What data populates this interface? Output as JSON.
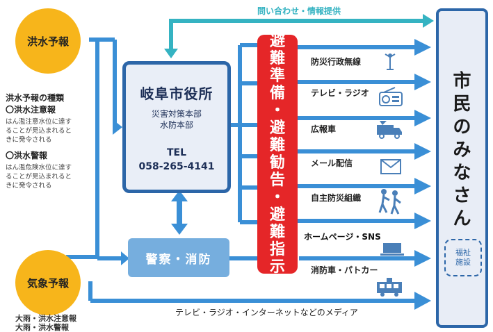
{
  "flood_forecast": {
    "label": "洪水予報"
  },
  "weather_forecast": {
    "label": "気象予報"
  },
  "notes": {
    "types_heading": "洪水予報の種類",
    "caution_title": "〇洪水注意報",
    "caution_desc_1": "はん濫注意水位に達す",
    "caution_desc_2": "ることが見込まれると",
    "caution_desc_3": "きに発令される",
    "warning_title": "〇洪水警報",
    "warning_desc_1": "はん濫危険水位に達す",
    "warning_desc_2": "ることが見込まれると",
    "warning_desc_3": "きに発令される",
    "weather_1": "大雨・洪水注意報",
    "weather_2": "大雨・洪水警報"
  },
  "city_hall": {
    "title": "岐阜市役所",
    "sub_1": "災害対策本部",
    "sub_2": "水防本部",
    "tel_label": "TEL",
    "tel_number": "058-265-4141"
  },
  "police_fire": {
    "label": "警察・消防"
  },
  "inquiry": {
    "label": "問い合わせ・情報提供"
  },
  "evacuation": {
    "chars": [
      "避",
      "難",
      "準",
      "備",
      "・",
      "避",
      "難",
      "勧",
      "告",
      "・",
      "避",
      "難",
      "指",
      "示"
    ]
  },
  "channels": [
    {
      "label": "防災行政無線",
      "icon": "speaker-tower-icon"
    },
    {
      "label": "テレビ・ラジオ",
      "icon": "radio-icon"
    },
    {
      "label": "広報車",
      "icon": "pr-truck-icon"
    },
    {
      "label": "メール配信",
      "icon": "envelope-icon"
    },
    {
      "label": "自主防災組織",
      "icon": "hikers-icon"
    },
    {
      "label": "ホームページ・SNS",
      "icon": "laptop-icon"
    },
    {
      "label": "消防車・パトカー",
      "icon": "fire-engine-icon"
    }
  ],
  "media": {
    "label": "テレビ・ラジオ・インターネットなどのメディア"
  },
  "citizens": {
    "label_chars": [
      "市",
      "民",
      "の",
      "み",
      "な",
      "さ",
      "ん"
    ]
  },
  "welfare": {
    "line_1": "福祉",
    "line_2": "施設"
  },
  "colors": {
    "arrow_blue": "#3a8fd6",
    "arrow_teal": "#35b3c2",
    "circle_yellow": "#f7b51b",
    "red_bar": "#e52628",
    "box_border": "#2c66a8"
  }
}
